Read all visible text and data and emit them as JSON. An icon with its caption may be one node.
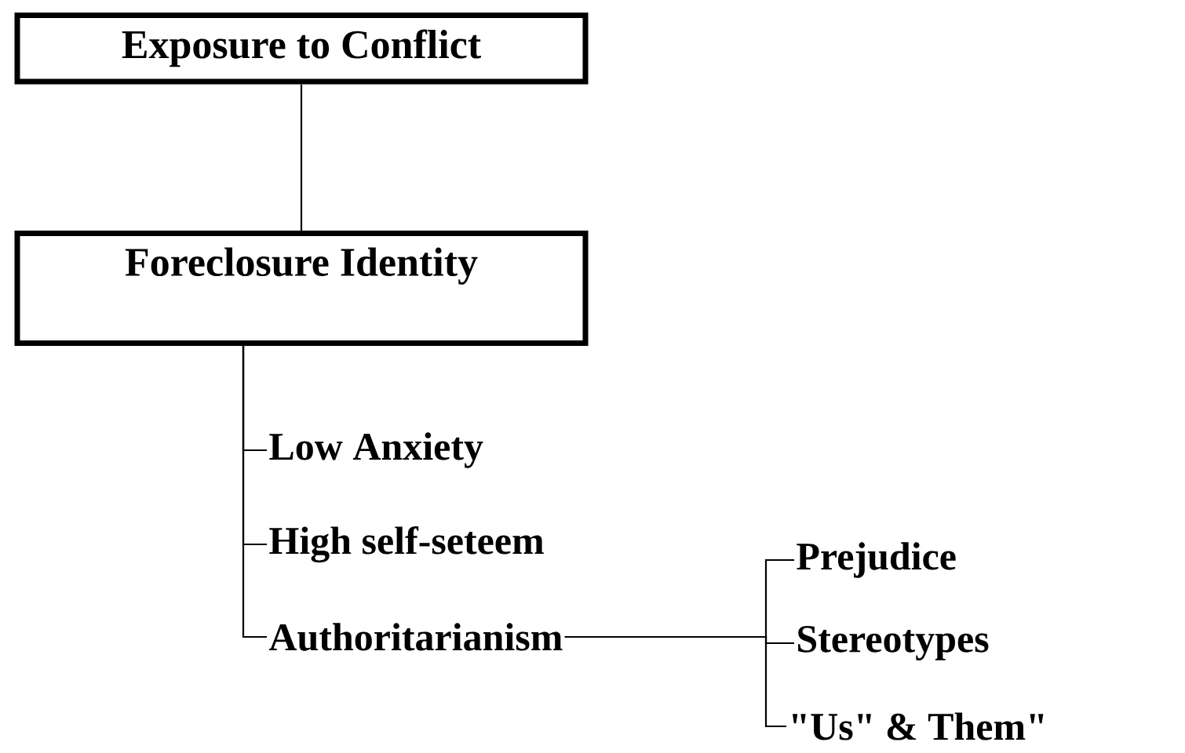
{
  "diagram": {
    "nodes": [
      {
        "text": [
          "Exposure to Conflict"
        ]
      },
      {
        "text": [
          "Foreclosure Identity"
        ]
      },
      {
        "text": [
          "Low Anxiety"
        ]
      },
      {
        "text": [
          "High self-seteem"
        ]
      },
      {
        "text": [
          "Authoritarianism"
        ]
      },
      {
        "text": [
          "Prejudice"
        ]
      },
      {
        "text": [
          "Stereotypes"
        ]
      },
      {
        "text": [
          "\"Us\" & Them\""
        ]
      }
    ],
    "edges": [
      {
        "from": 0,
        "to": 1,
        "arrow": "none"
      },
      {
        "from": 1,
        "to": 2,
        "arrow": "none"
      },
      {
        "from": 1,
        "to": 3,
        "arrow": "none"
      },
      {
        "from": 1,
        "to": 4,
        "arrow": "none"
      },
      {
        "from": 4,
        "to": 5,
        "arrow": "none"
      },
      {
        "from": 4,
        "to": 6,
        "arrow": "none"
      },
      {
        "from": 4,
        "to": 7,
        "arrow": "none"
      }
    ]
  }
}
